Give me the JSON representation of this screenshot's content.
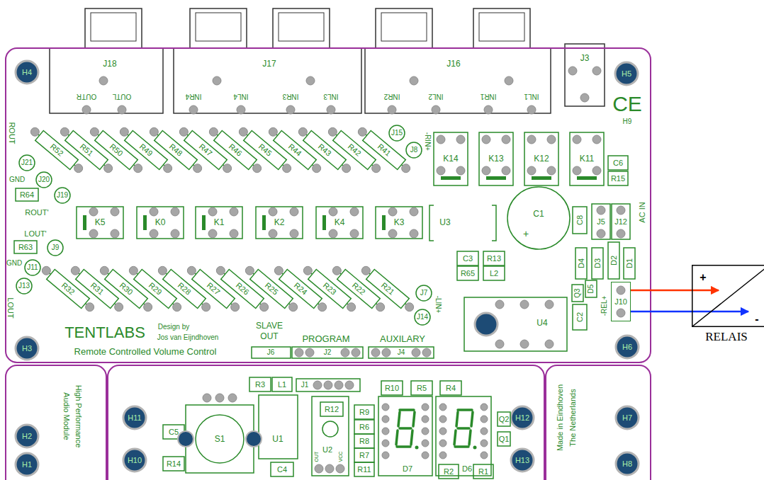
{
  "diagram": {
    "nodes": [
      {
        "text": [
          "J10"
        ]
      },
      {
        "text": [
          "RELAIS"
        ]
      }
    ],
    "edges": [
      {
        "from": 0,
        "to": 1,
        "arrow": "to",
        "label": "+"
      },
      {
        "from": 0,
        "to": 1,
        "arrow": "to",
        "label": "-"
      }
    ],
    "labels": [
      "J18",
      "J17",
      "J16",
      "J3",
      "OUTR",
      "OUTL",
      "INR4",
      "INL4",
      "INR3",
      "INL3",
      "INR2",
      "INL2",
      "INR1",
      "INL1",
      "H4",
      "H5",
      "CE",
      "H9",
      "ROUT",
      "R52",
      "R51",
      "R50",
      "R49",
      "R48",
      "R47",
      "R46",
      "R45",
      "R44",
      "R43",
      "R42",
      "R41",
      "J15",
      "J8",
      "-RIN+",
      "J21",
      "GND",
      "J20",
      "R64",
      "J19",
      "ROUT'",
      "LOUT'",
      "K5",
      "K0",
      "K1",
      "K2",
      "K4",
      "K3",
      "U3",
      "C1",
      "+",
      "K14",
      "K13",
      "K12",
      "K11",
      "C6",
      "R15",
      "C8",
      "J5",
      "J12",
      "AC IN",
      "C3",
      "R13",
      "R65",
      "L2",
      "D4",
      "D3",
      "D2",
      "D1",
      "D5",
      "Q3",
      "C2",
      "-REL+",
      "U4",
      "R63",
      "J9",
      "GND",
      "J11",
      "J13",
      "LOUT",
      "R32",
      "R31",
      "R30",
      "R29",
      "R28",
      "R27",
      "R26",
      "R25",
      "R24",
      "R23",
      "R22",
      "R21",
      "J7",
      "J14",
      "-LIN+",
      "H3",
      "H6",
      "TENTLABS",
      "Design by",
      "Jos van Eijndhoven",
      "Remote Controlled Volume Control",
      "SLAVE",
      "OUT",
      "J6",
      "PROGRAM",
      "J2",
      "AUXILARY",
      "J4",
      "H2",
      "H1",
      "High Performance",
      "Audio Module",
      "H11",
      "H10",
      "R3",
      "L1",
      "J1",
      "C5",
      "R14",
      "S1",
      "U1",
      "C4",
      "R12",
      "U2",
      "OUT",
      "VCC",
      "R9",
      "R6",
      "R8",
      "R7",
      "R11",
      "R10",
      "R5",
      "R4",
      "D7",
      "D6",
      "R2",
      "R1",
      "Q2",
      "Q1",
      "H12",
      "H13",
      "Made in Eindhoven",
      "The Netherlands",
      "H7",
      "H8"
    ]
  }
}
